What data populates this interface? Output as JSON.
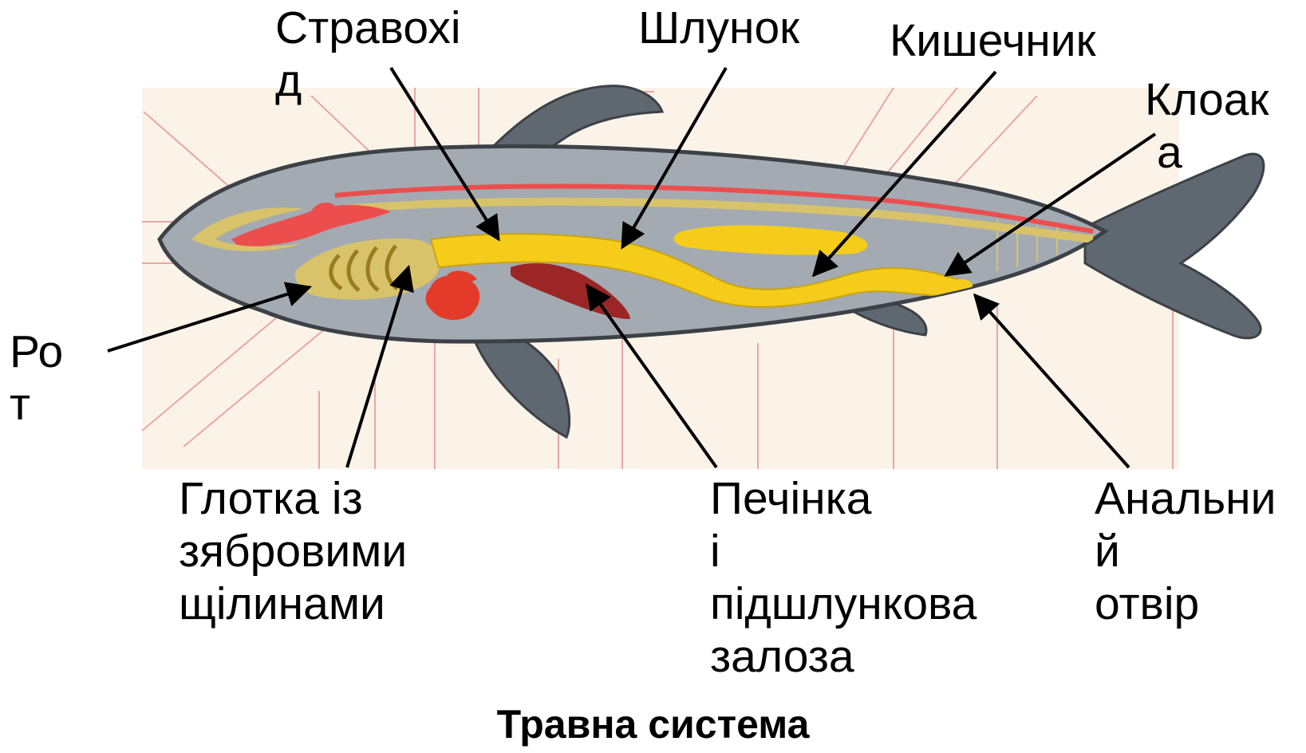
{
  "title": "Травна система",
  "labels": {
    "stravokhid": [
      "Стравохі",
      "д"
    ],
    "shlunok": [
      "Шлунок"
    ],
    "kyshechnyk": [
      "Кишечник"
    ],
    "kloaka": [
      "Клоак",
      "а"
    ],
    "rot": [
      "Ро",
      "т"
    ],
    "glotka": [
      "Глотка із",
      "зябровими",
      "щілинами"
    ],
    "pechinka": [
      "Печінка",
      "і",
      "підшлункова",
      "залоза"
    ],
    "analnyi": [
      "Анальни",
      "й",
      "отвір"
    ]
  },
  "colors": {
    "background": "#fbf3e8",
    "body": "#a3aab2",
    "fins": "#5f6870",
    "outline": "#3c4147",
    "digestive": "#f5cc1a",
    "liver": "#9c2626",
    "heart": "#e43a2a",
    "blood_vessel": "#ec4e4e",
    "gills": "#d8c36a",
    "guide_lines": "#e9a6a6"
  }
}
